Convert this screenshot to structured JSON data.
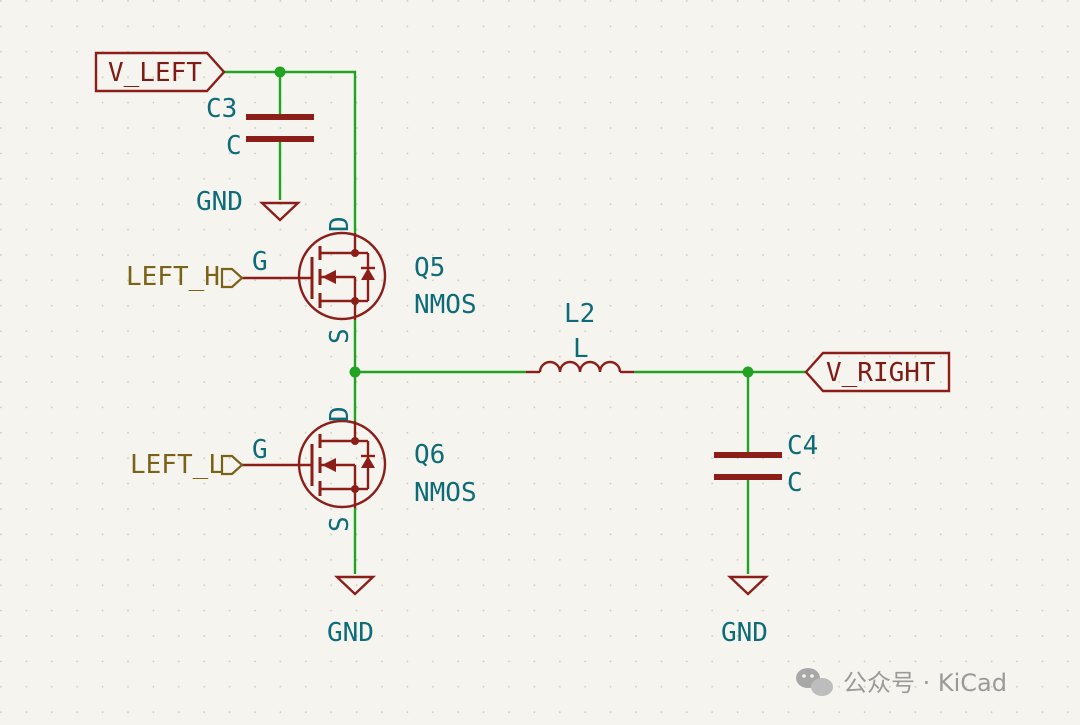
{
  "global_labels": {
    "v_left": "V_LEFT",
    "v_right": "V_RIGHT"
  },
  "hier_labels": {
    "left_h": "LEFT_H",
    "left_l": "LEFT_L"
  },
  "components": {
    "c3": {
      "ref": "C3",
      "value": "C"
    },
    "c4": {
      "ref": "C4",
      "value": "C"
    },
    "q5": {
      "ref": "Q5",
      "value": "NMOS",
      "pin_d": "D",
      "pin_g": "G",
      "pin_s": "S"
    },
    "q6": {
      "ref": "Q6",
      "value": "NMOS",
      "pin_d": "D",
      "pin_g": "G",
      "pin_s": "S"
    },
    "l2": {
      "ref": "L2",
      "value": "L"
    }
  },
  "power": {
    "gnd_c3": "GND",
    "gnd_q6": "GND",
    "gnd_c4": "GND"
  },
  "watermark": "公众号 · KiCad",
  "colors": {
    "background": "#f5f4ef",
    "wire": "#22a323",
    "symbol": "#8b1e19",
    "text": "#0e6b78",
    "hier_label": "#7a6216"
  }
}
